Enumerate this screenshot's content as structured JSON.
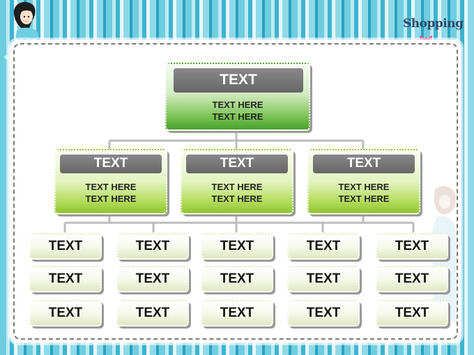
{
  "brand": {
    "label": "Shopping"
  },
  "root": {
    "title": "TEXT",
    "lines": [
      "TEXT HERE",
      "TEXT HERE"
    ]
  },
  "level2": [
    {
      "title": "TEXT",
      "lines": [
        "TEXT HERE",
        "TEXT HERE"
      ]
    },
    {
      "title": "TEXT",
      "lines": [
        "TEXT HERE",
        "TEXT HERE"
      ]
    },
    {
      "title": "TEXT",
      "lines": [
        "TEXT HERE",
        "TEXT HERE"
      ]
    }
  ],
  "leaves": [
    [
      "TEXT",
      "TEXT",
      "TEXT",
      "TEXT",
      "TEXT"
    ],
    [
      "TEXT",
      "TEXT",
      "TEXT",
      "TEXT",
      "TEXT"
    ],
    [
      "TEXT",
      "TEXT",
      "TEXT",
      "TEXT",
      "TEXT"
    ]
  ],
  "colors": {
    "header_gray": "#777777",
    "root_green": "#48a028",
    "mid_green": "#8fc52e",
    "connector": "#bdbdbd"
  }
}
